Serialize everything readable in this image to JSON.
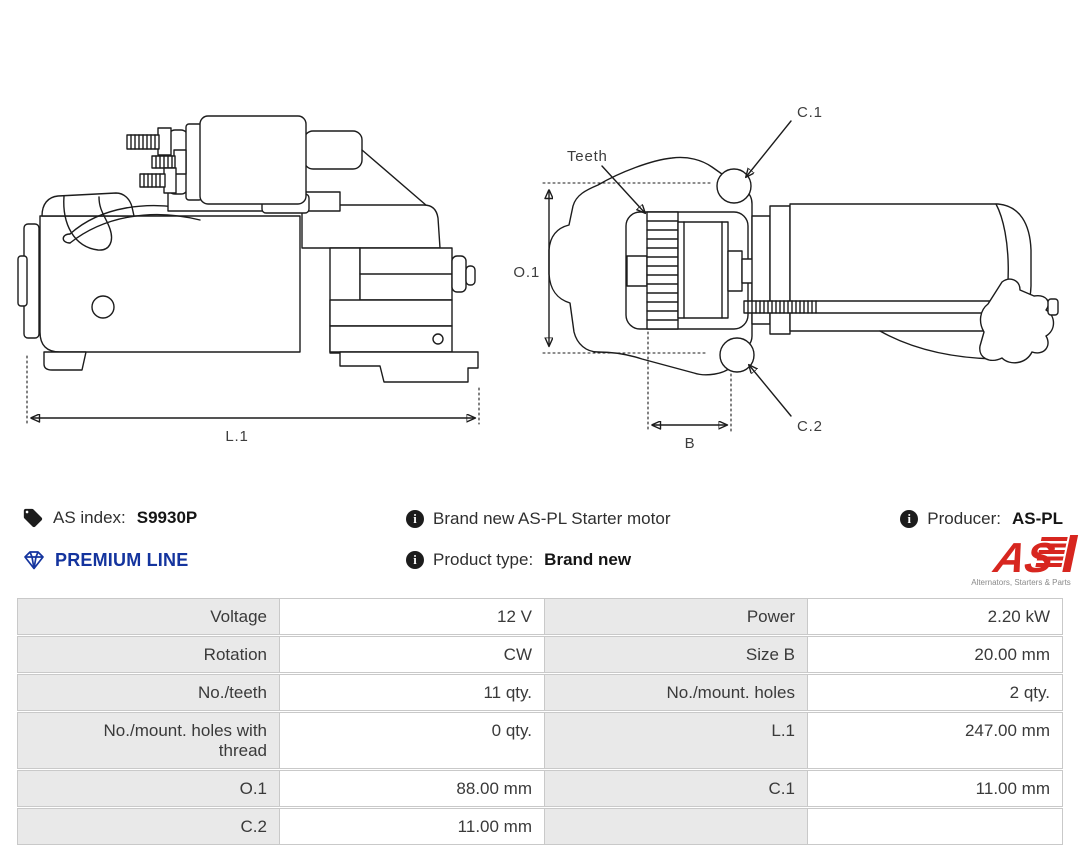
{
  "drawing": {
    "labels": {
      "l1": "L.1",
      "o1": "O.1",
      "b": "B",
      "c1": "C.1",
      "c2": "C.2",
      "teeth": "Teeth"
    }
  },
  "header": {
    "as_index_label": "AS index:",
    "as_index_value": "S9930P",
    "premium_line": "PREMIUM LINE",
    "description": "Brand new AS-PL Starter motor",
    "product_type_label": "Product type:",
    "product_type_value": "Brand new",
    "producer_label": "Producer:",
    "producer_value": "AS-PL",
    "logo_text": "AS",
    "logo_tagline": "Alternators, Starters & Parts"
  },
  "colors": {
    "premium_blue": "#14349e",
    "logo_red": "#d7261f",
    "table_label_bg": "#e9e9e9"
  },
  "table": {
    "rows": [
      {
        "label1": "Voltage",
        "value1": "12 V",
        "label2": "Power",
        "value2": "2.20 kW"
      },
      {
        "label1": "Rotation",
        "value1": "CW",
        "label2": "Size B",
        "value2": "20.00 mm"
      },
      {
        "label1": "No./teeth",
        "value1": "11 qty.",
        "label2": "No./mount. holes",
        "value2": "2 qty."
      },
      {
        "label1": "No./mount. holes with thread",
        "value1": "0 qty.",
        "label2": "L.1",
        "value2": "247.00 mm"
      },
      {
        "label1": "O.1",
        "value1": "88.00 mm",
        "label2": "C.1",
        "value2": "11.00 mm"
      },
      {
        "label1": "C.2",
        "value1": "11.00 mm",
        "label2": "",
        "value2": ""
      }
    ]
  }
}
